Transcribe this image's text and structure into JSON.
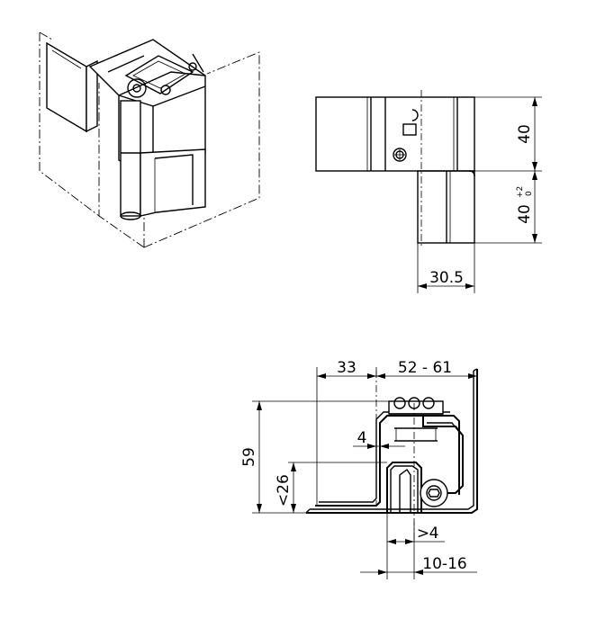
{
  "dimensions": {
    "side_height_top": "40",
    "side_height_bottom": "40",
    "side_height_bottom_tol_upper": "+2",
    "side_height_bottom_tol_lower": "0",
    "side_width": "30.5",
    "top_left_width": "33",
    "top_right_width": "52 - 61",
    "top_total_height": "59",
    "top_small_height": "26",
    "top_small_height_prefix": "<",
    "top_gap": "4",
    "top_clearance": "4",
    "top_clearance_prefix": ">",
    "top_range": "10-16"
  }
}
